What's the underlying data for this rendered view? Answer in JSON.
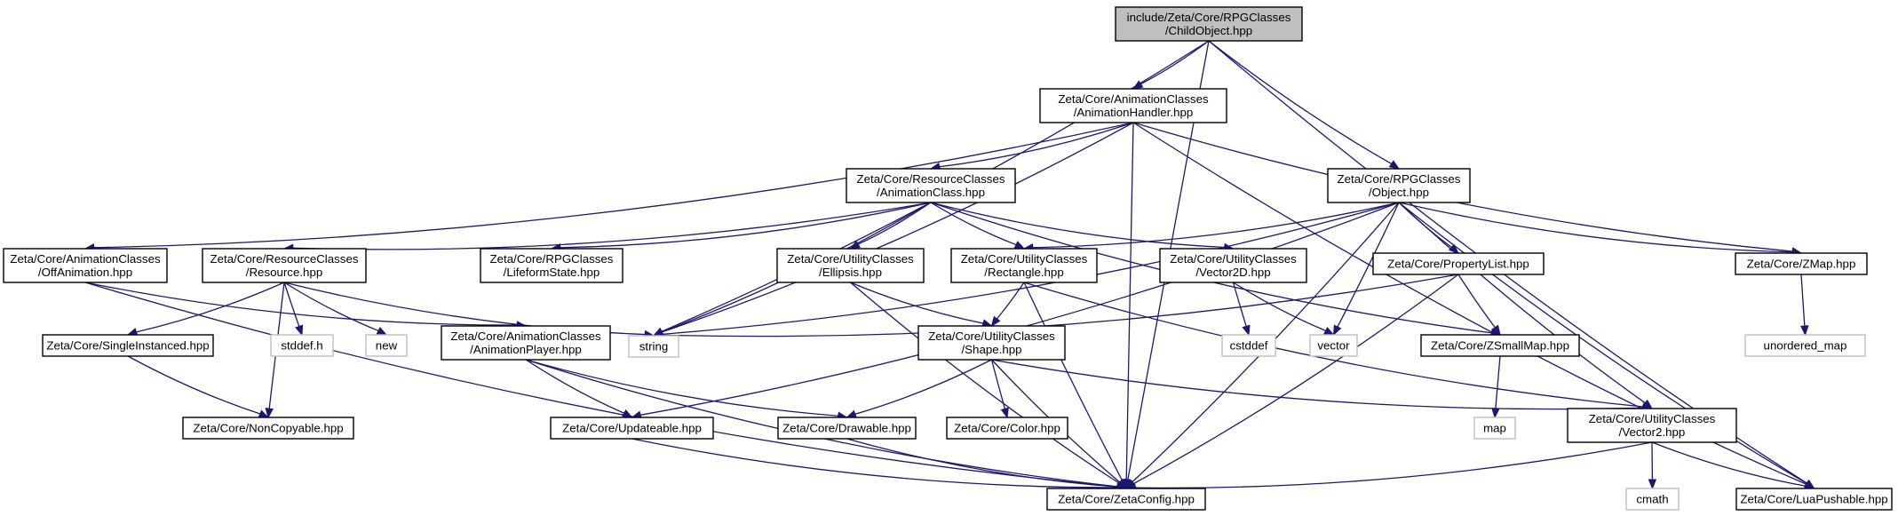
{
  "colors": {
    "edge": "#191970",
    "root_fill": "#bfbfbf",
    "system_border": "#bfbfbf"
  },
  "diagram": {
    "type": "include-dependency-graph",
    "nodes": [
      {
        "id": "root",
        "lines": [
          "include/Zeta/Core/RPGClasses",
          "/ChildObject.hpp"
        ],
        "kind": "root"
      },
      {
        "id": "animhandler",
        "lines": [
          "Zeta/Core/AnimationClasses",
          "/AnimationHandler.hpp"
        ]
      },
      {
        "id": "animclass",
        "lines": [
          "Zeta/Core/ResourceClasses",
          "/AnimationClass.hpp"
        ]
      },
      {
        "id": "object",
        "lines": [
          "Zeta/Core/RPGClasses",
          "/Object.hpp"
        ]
      },
      {
        "id": "offanim",
        "lines": [
          "Zeta/Core/AnimationClasses",
          "/OffAnimation.hpp"
        ]
      },
      {
        "id": "resource",
        "lines": [
          "Zeta/Core/ResourceClasses",
          "/Resource.hpp"
        ]
      },
      {
        "id": "lifeform",
        "lines": [
          "Zeta/Core/RPGClasses",
          "/LifeformState.hpp"
        ]
      },
      {
        "id": "ellipsis",
        "lines": [
          "Zeta/Core/UtilityClasses",
          "/Ellipsis.hpp"
        ]
      },
      {
        "id": "rectangle",
        "lines": [
          "Zeta/Core/UtilityClasses",
          "/Rectangle.hpp"
        ]
      },
      {
        "id": "vector2d",
        "lines": [
          "Zeta/Core/UtilityClasses",
          "/Vector2D.hpp"
        ]
      },
      {
        "id": "proplist",
        "lines": [
          "Zeta/Core/PropertyList.hpp"
        ]
      },
      {
        "id": "zmap",
        "lines": [
          "Zeta/Core/ZMap.hpp"
        ]
      },
      {
        "id": "singleinst",
        "lines": [
          "Zeta/Core/SingleInstanced.hpp"
        ]
      },
      {
        "id": "stddef",
        "lines": [
          "stddef.h"
        ],
        "kind": "system"
      },
      {
        "id": "new",
        "lines": [
          "new"
        ],
        "kind": "system"
      },
      {
        "id": "animplayer",
        "lines": [
          "Zeta/Core/AnimationClasses",
          "/AnimationPlayer.hpp"
        ]
      },
      {
        "id": "string",
        "lines": [
          "string"
        ],
        "kind": "system"
      },
      {
        "id": "shape",
        "lines": [
          "Zeta/Core/UtilityClasses",
          "/Shape.hpp"
        ]
      },
      {
        "id": "cstddef",
        "lines": [
          "cstddef"
        ],
        "kind": "system"
      },
      {
        "id": "vector",
        "lines": [
          "vector"
        ],
        "kind": "system"
      },
      {
        "id": "zsmallmap",
        "lines": [
          "Zeta/Core/ZSmallMap.hpp"
        ]
      },
      {
        "id": "unordered",
        "lines": [
          "unordered_map"
        ],
        "kind": "system"
      },
      {
        "id": "noncopy",
        "lines": [
          "Zeta/Core/NonCopyable.hpp"
        ]
      },
      {
        "id": "updateable",
        "lines": [
          "Zeta/Core/Updateable.hpp"
        ]
      },
      {
        "id": "drawable",
        "lines": [
          "Zeta/Core/Drawable.hpp"
        ]
      },
      {
        "id": "color",
        "lines": [
          "Zeta/Core/Color.hpp"
        ]
      },
      {
        "id": "map",
        "lines": [
          "map"
        ],
        "kind": "system"
      },
      {
        "id": "vector2",
        "lines": [
          "Zeta/Core/UtilityClasses",
          "/Vector2.hpp"
        ]
      },
      {
        "id": "cmath",
        "lines": [
          "cmath"
        ],
        "kind": "system"
      },
      {
        "id": "zetaconfig",
        "lines": [
          "Zeta/Core/ZetaConfig.hpp"
        ]
      },
      {
        "id": "luapush",
        "lines": [
          "Zeta/Core/LuaPushable.hpp"
        ]
      }
    ],
    "edges": [
      [
        "root",
        "animhandler"
      ],
      [
        "root",
        "object"
      ],
      [
        "root",
        "string"
      ],
      [
        "root",
        "zetaconfig"
      ],
      [
        "root",
        "luapush"
      ],
      [
        "animhandler",
        "animclass"
      ],
      [
        "animhandler",
        "offanim"
      ],
      [
        "animhandler",
        "string"
      ],
      [
        "animhandler",
        "zetaconfig"
      ],
      [
        "animhandler",
        "zmap"
      ],
      [
        "animhandler",
        "luapush"
      ],
      [
        "animclass",
        "resource"
      ],
      [
        "animclass",
        "lifeform"
      ],
      [
        "animclass",
        "ellipsis"
      ],
      [
        "animclass",
        "rectangle"
      ],
      [
        "animclass",
        "vector2d"
      ],
      [
        "animclass",
        "string"
      ],
      [
        "animclass",
        "zsmallmap"
      ],
      [
        "object",
        "rectangle"
      ],
      [
        "object",
        "proplist"
      ],
      [
        "object",
        "zmap"
      ],
      [
        "object",
        "string"
      ],
      [
        "object",
        "updateable"
      ],
      [
        "object",
        "vector"
      ],
      [
        "object",
        "vector2"
      ],
      [
        "object",
        "luapush"
      ],
      [
        "object",
        "zetaconfig"
      ],
      [
        "offanim",
        "animplayer"
      ],
      [
        "offanim",
        "zetaconfig"
      ],
      [
        "resource",
        "singleinst"
      ],
      [
        "resource",
        "stddef"
      ],
      [
        "resource",
        "new"
      ],
      [
        "resource",
        "noncopy"
      ],
      [
        "resource",
        "string"
      ],
      [
        "ellipsis",
        "shape"
      ],
      [
        "ellipsis",
        "zetaconfig"
      ],
      [
        "rectangle",
        "shape"
      ],
      [
        "rectangle",
        "zetaconfig"
      ],
      [
        "rectangle",
        "vector2"
      ],
      [
        "vector2d",
        "cstddef"
      ],
      [
        "vector2d",
        "vector"
      ],
      [
        "proplist",
        "zsmallmap"
      ],
      [
        "proplist",
        "string"
      ],
      [
        "proplist",
        "zetaconfig"
      ],
      [
        "zmap",
        "unordered"
      ],
      [
        "singleinst",
        "noncopy"
      ],
      [
        "animplayer",
        "updateable"
      ],
      [
        "animplayer",
        "drawable"
      ],
      [
        "animplayer",
        "zetaconfig"
      ],
      [
        "shape",
        "drawable"
      ],
      [
        "shape",
        "color"
      ],
      [
        "shape",
        "zetaconfig"
      ],
      [
        "shape",
        "vector2"
      ],
      [
        "zsmallmap",
        "map"
      ],
      [
        "updateable",
        "zetaconfig"
      ],
      [
        "drawable",
        "zetaconfig"
      ],
      [
        "vector2",
        "cmath"
      ],
      [
        "vector2",
        "zetaconfig"
      ],
      [
        "vector2",
        "luapush"
      ]
    ]
  }
}
